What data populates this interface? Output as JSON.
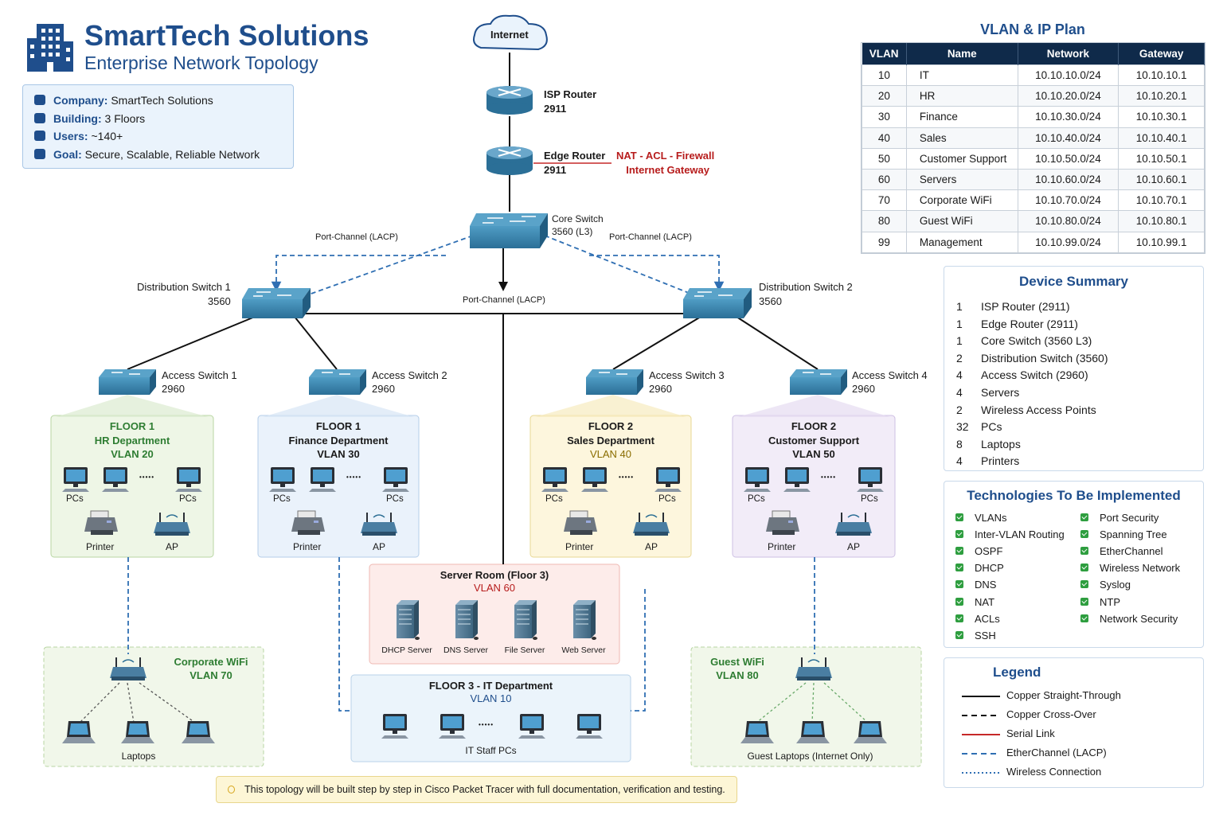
{
  "header": {
    "title": "SmartTech Solutions",
    "subtitle": "Enterprise Network Topology",
    "logo_icon": "building-icon"
  },
  "info": [
    {
      "label": "Company:",
      "value": "SmartTech Solutions"
    },
    {
      "label": "Building:",
      "value": "3 Floors"
    },
    {
      "label": "Users:",
      "value": "~140+"
    },
    {
      "label": "Goal:",
      "value": "Secure, Scalable, Reliable Network"
    }
  ],
  "topology": {
    "internet": "Internet",
    "isp_router": {
      "name": "ISP Router",
      "model": "2911"
    },
    "edge_router": {
      "name": "Edge Router",
      "model": "2911"
    },
    "edge_note": {
      "line1": "NAT - ACL - Firewall",
      "line2": "Internet Gateway"
    },
    "core_switch": {
      "name": "Core Switch",
      "model": "3560 (L3)"
    },
    "port_channel": "Port-Channel (LACP)",
    "dist1": {
      "name": "Distribution Switch 1",
      "model": "3560"
    },
    "dist2": {
      "name": "Distribution Switch 2",
      "model": "3560"
    },
    "access": [
      {
        "name": "Access Switch 1",
        "model": "2960"
      },
      {
        "name": "Access Switch 2",
        "model": "2960"
      },
      {
        "name": "Access Switch 3",
        "model": "2960"
      },
      {
        "name": "Access Switch 4",
        "model": "2960"
      }
    ],
    "floors": [
      {
        "floor": "FLOOR 1",
        "dept": "HR Department",
        "vlan": "VLAN 20",
        "theme": "green"
      },
      {
        "floor": "FLOOR 1",
        "dept": "Finance Department",
        "vlan": "VLAN 30",
        "theme": "blue"
      },
      {
        "floor": "FLOOR 2",
        "dept": "Sales Department",
        "vlan": "VLAN 40",
        "theme": "yellow"
      },
      {
        "floor": "FLOOR 2",
        "dept": "Customer Support",
        "vlan": "VLAN 50",
        "theme": "purple"
      }
    ],
    "pcs_label": "PCs",
    "dots": "•••••",
    "printer_label": "Printer",
    "ap_label": "AP",
    "server_room": {
      "title": "Server Room (Floor 3)",
      "vlan": "VLAN 60",
      "servers": [
        "DHCP Server",
        "DNS Server",
        "File Server",
        "Web Server"
      ]
    },
    "it_dept": {
      "title": "FLOOR 3 - IT Department",
      "vlan": "VLAN 10",
      "caption": "IT Staff PCs"
    },
    "corp_wifi": {
      "title": "Corporate WiFi",
      "vlan": "VLAN 70",
      "caption": "Laptops"
    },
    "guest_wifi": {
      "title": "Guest WiFi",
      "vlan": "VLAN 80",
      "caption": "Guest Laptops (Internet Only)"
    }
  },
  "vlan_plan": {
    "title": "VLAN & IP Plan",
    "headers": [
      "VLAN",
      "Name",
      "Network",
      "Gateway"
    ],
    "rows": [
      [
        "10",
        "IT",
        "10.10.10.0/24",
        "10.10.10.1"
      ],
      [
        "20",
        "HR",
        "10.10.20.0/24",
        "10.10.20.1"
      ],
      [
        "30",
        "Finance",
        "10.10.30.0/24",
        "10.10.30.1"
      ],
      [
        "40",
        "Sales",
        "10.10.40.0/24",
        "10.10.40.1"
      ],
      [
        "50",
        "Customer Support",
        "10.10.50.0/24",
        "10.10.50.1"
      ],
      [
        "60",
        "Servers",
        "10.10.60.0/24",
        "10.10.60.1"
      ],
      [
        "70",
        "Corporate WiFi",
        "10.10.70.0/24",
        "10.10.70.1"
      ],
      [
        "80",
        "Guest WiFi",
        "10.10.80.0/24",
        "10.10.80.1"
      ],
      [
        "99",
        "Management",
        "10.10.99.0/24",
        "10.10.99.1"
      ]
    ]
  },
  "device_summary": {
    "title": "Device Summary",
    "items": [
      {
        "count": "1",
        "device": "ISP Router (2911)"
      },
      {
        "count": "1",
        "device": "Edge Router (2911)"
      },
      {
        "count": "1",
        "device": "Core Switch (3560 L3)"
      },
      {
        "count": "2",
        "device": "Distribution Switch (3560)"
      },
      {
        "count": "4",
        "device": "Access Switch (2960)"
      },
      {
        "count": "4",
        "device": "Servers"
      },
      {
        "count": "2",
        "device": "Wireless Access Points"
      },
      {
        "count": "32",
        "device": "PCs"
      },
      {
        "count": "8",
        "device": "Laptops"
      },
      {
        "count": "4",
        "device": "Printers"
      }
    ]
  },
  "technologies": {
    "title": "Technologies To Be Implemented",
    "left": [
      "VLANs",
      "Inter-VLAN Routing",
      "OSPF",
      "DHCP",
      "DNS",
      "NAT",
      "ACLs",
      "SSH"
    ],
    "right": [
      "Port Security",
      "Spanning Tree",
      "EtherChannel",
      "Wireless Network",
      "Syslog",
      "NTP",
      "Network Security"
    ]
  },
  "legend": {
    "title": "Legend",
    "items": [
      {
        "label": "Copper Straight-Through",
        "style": "solid",
        "color": "#111111"
      },
      {
        "label": "Copper Cross-Over",
        "style": "dashed",
        "color": "#111111"
      },
      {
        "label": "Serial Link",
        "style": "solid",
        "color": "#c62828"
      },
      {
        "label": "EtherChannel (LACP)",
        "style": "dashed",
        "color": "#2f6fb3"
      },
      {
        "label": "Wireless Connection",
        "style": "dotted",
        "color": "#2f6fb3"
      }
    ]
  },
  "note": "This topology will be built step by step in Cisco Packet Tracer with full documentation, verification and testing.",
  "colors": {
    "brand": "#1f4e8c",
    "device": "#2a6d93",
    "red_note": "#b71c1c",
    "lacp": "#2f6fb3"
  }
}
